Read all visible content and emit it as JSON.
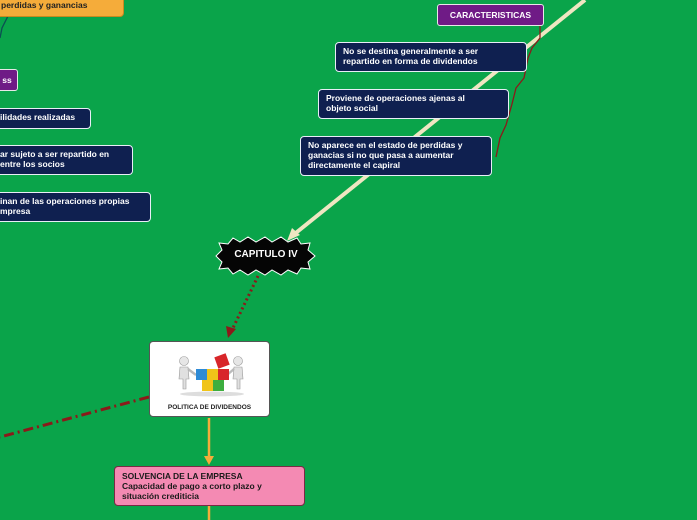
{
  "nodes": {
    "top_orange": {
      "text": "perdidas y ganancias"
    },
    "left_purple": {
      "text": "ss"
    },
    "utilidades": {
      "text": "ilidades realizadas"
    },
    "sujeto": {
      "line1": "ar sujeto a ser repartido en",
      "line2": "entre los socios"
    },
    "operaciones_propias": {
      "line1": "inan de las operaciones propias",
      "line2": "mpresa"
    },
    "caracteristicas": {
      "text": "CARACTERISTICAS"
    },
    "no_destina": {
      "line1": "No se destina generalmente a ser",
      "line2": "repartido en forma de dividendos"
    },
    "proviene": {
      "line1": "Proviene de operaciones ajenas al",
      "line2": "objeto social"
    },
    "no_aparece": {
      "line1": "No aparece en el estado de perdidas y",
      "line2": "ganacias si no que pasa a aumentar",
      "line3": "directamente el capiral"
    },
    "capitulo": {
      "text": "CAPITULO IV"
    },
    "politica": {
      "caption": "POLITICA DE DIVIDENDOS"
    },
    "solvencia": {
      "line1": "SOLVENCIA DE LA EMPRESA",
      "line2": "Capacidad de pago a corto plazo y",
      "line3": "situación crediticia"
    }
  },
  "colors": {
    "background": "#0aa44a",
    "navy": "#0f2050",
    "purple": "#6f1b86",
    "orange": "#f5ac3a",
    "pink": "#f48ab3",
    "connector_main": "#efe6c2",
    "connector_dark_red": "#8b1a1a",
    "connector_orange": "#f5ac3a"
  },
  "icons": [
    "puzzle-team-icon"
  ]
}
